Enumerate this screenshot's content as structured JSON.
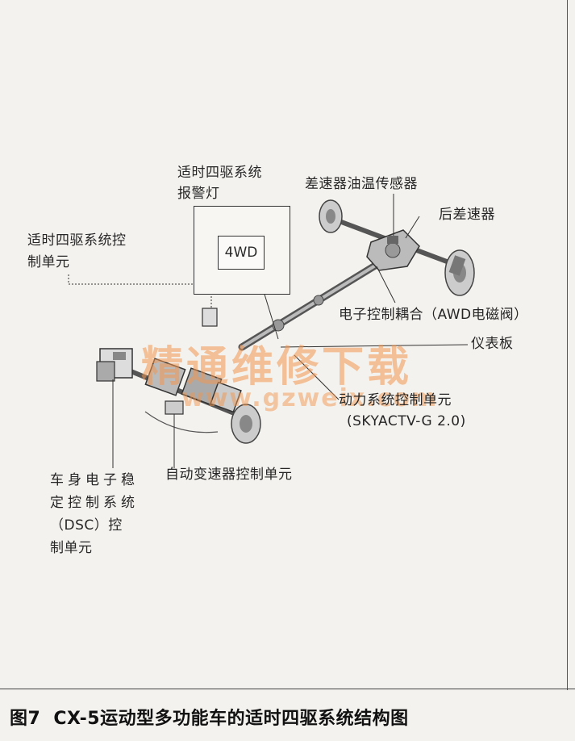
{
  "labels": {
    "warning_lamp": [
      "适时四驱系统",
      "报警灯"
    ],
    "lamp_text": "4WD",
    "diff_temp_sensor": "差速器油温传感器",
    "rear_diff": "后差速器",
    "awd_control_unit": [
      "适时四驱系统控",
      "制单元"
    ],
    "coupling": "电子控制耦合（AWD电磁阀）",
    "instrument_panel": "仪表板",
    "pcm": [
      "动力系统控制单元",
      "(SKYACTV-G 2.0)"
    ],
    "tcm": "自动变速器控制单元",
    "dsc": [
      "车身电子稳",
      "定控制系统",
      "（DSC）控",
      "制单元"
    ]
  },
  "watermark": {
    "main": "精通维修下载",
    "url": "www.gzweix.com"
  },
  "caption": {
    "figure": "图7",
    "title": "CX-5运动型多功能车的适时四驱系统结构图"
  }
}
